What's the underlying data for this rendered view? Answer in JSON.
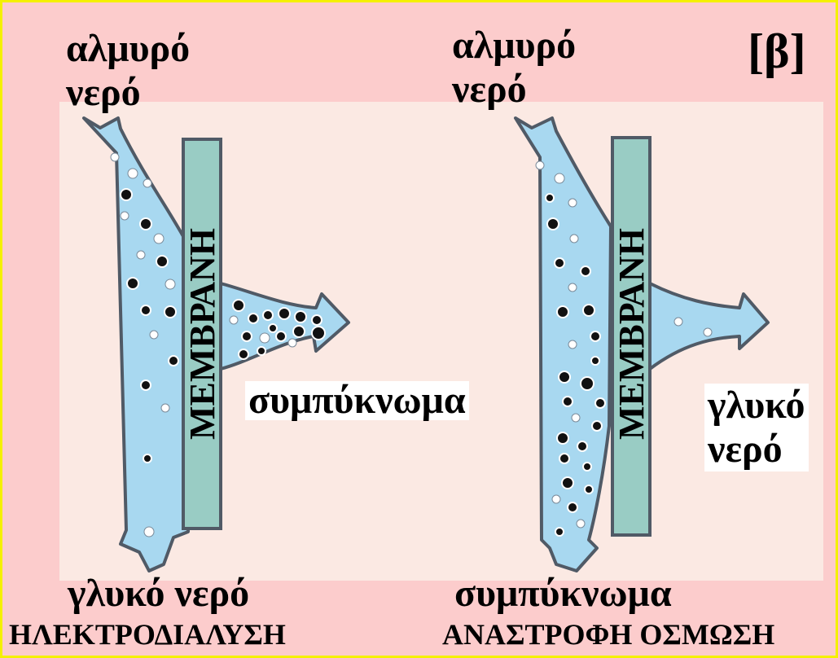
{
  "figure_tag": "[β]",
  "left": {
    "input": [
      "αλμυρό",
      "νερό"
    ],
    "membrane": "ΜΕΜΒΡΑΝΗ",
    "side_output": "συμπύκνωμα",
    "bottom_output": "γλυκό νερό",
    "process": "ΗΛΕΚΤΡΟΔΙΑΛΥΣΗ"
  },
  "right": {
    "input": [
      "αλμυρό",
      "νερό"
    ],
    "membrane": "ΜΕΜΒΡΑΝΗ",
    "side_output": [
      "γλυκό",
      "νερό"
    ],
    "bottom_output": "συμπύκνωμα",
    "process": "ΑΝΑΣΤΡΟΦΗ ΟΣΜΩΣΗ"
  },
  "colors": {
    "background": "#fccccc",
    "border": "#f4f000",
    "panel": "#fbe9e3",
    "water": "#a8d8f0",
    "membrane": "#99ccc4",
    "outline": "#505a66"
  }
}
